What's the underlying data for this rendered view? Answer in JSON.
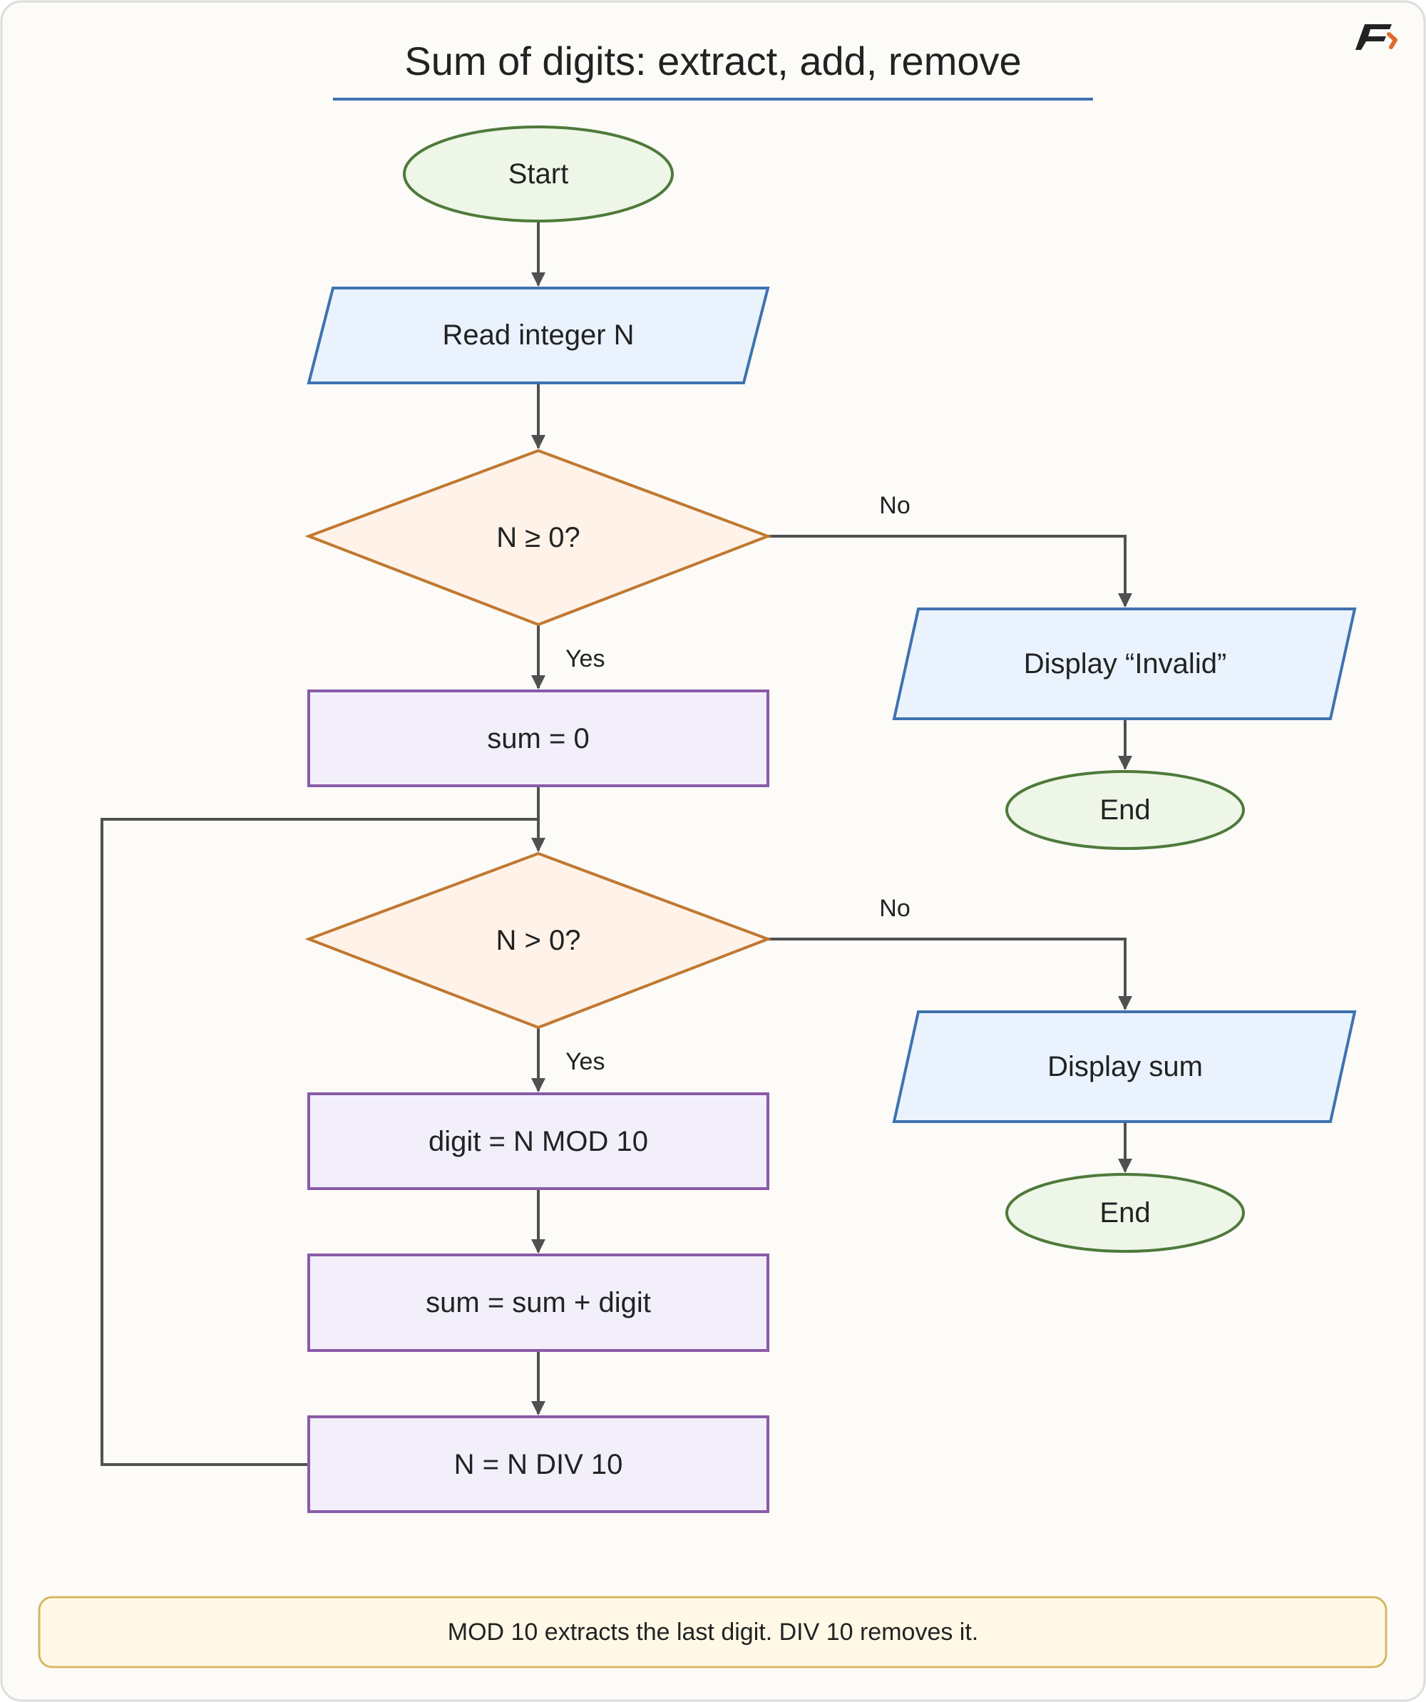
{
  "title": "Sum of digits: extract, add, remove",
  "logo": {
    "icon": "logo-icon",
    "colors": [
      "#222222",
      "#e06a2a"
    ]
  },
  "colors": {
    "background": "#fcfbf8",
    "frame_border": "#dddddd",
    "title_underline": "#3f72b0",
    "terminal_fill": "#eef6e8",
    "terminal_stroke": "#4e7a3a",
    "io_fill": "#eaf3fd",
    "io_stroke": "#3f72b0",
    "decision_fill": "#fff2e8",
    "decision_stroke": "#c07830",
    "process_fill": "#f2effb",
    "process_stroke": "#8a5aa8",
    "edge": "#505050",
    "note_fill": "#fff8e6",
    "note_stroke": "#d8b860"
  },
  "nodes": {
    "start": "Start",
    "read_n": "Read integer N",
    "check_nonneg": "N ≥ 0?",
    "display_invalid": "Display “Invalid”",
    "end_invalid": "End",
    "init_sum": "sum = 0",
    "check_positive": "N > 0?",
    "display_sum": "Display sum",
    "end_sum": "End",
    "extract_digit": "digit = N MOD 10",
    "add_digit": "sum = sum + digit",
    "remove_digit": "N = N DIV 10"
  },
  "edges": {
    "nonneg_no": "No",
    "nonneg_yes": "Yes",
    "positive_no": "No",
    "positive_yes": "Yes"
  },
  "note": "MOD 10 extracts the last digit. DIV 10 removes it."
}
